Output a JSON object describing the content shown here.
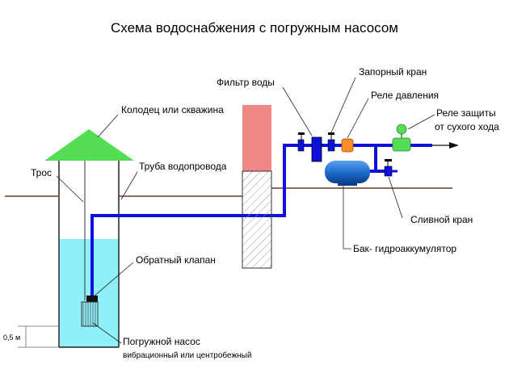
{
  "title": "Схема водоснабжения с погружным насосом",
  "labels": {
    "well": "Колодец или скважина",
    "rope": "Трос",
    "pipe": "Труба водопровода",
    "check_valve": "Обратный клапан",
    "pump_title": "Погружной насос",
    "pump_subtitle": "вибрационный или центробежный",
    "depth": "0,5 м",
    "filter": "Фильтр воды",
    "shutoff_valve": "Запорный кран",
    "pressure_switch": "Реле давления",
    "dry_run_line1": "Реле защиты",
    "dry_run_line2": "от сухого хода",
    "drain_valve": "Сливной кран",
    "tank": "Бак- гидроаккумулятор"
  },
  "colors": {
    "water": "#8ef0f8",
    "roof": "#55dd55",
    "pipe": "#1010dd",
    "chimney": "#f08888",
    "tank": "#1f6fcf",
    "relay": "#ff8c2a",
    "dry_run_relay": "#55dd55"
  }
}
